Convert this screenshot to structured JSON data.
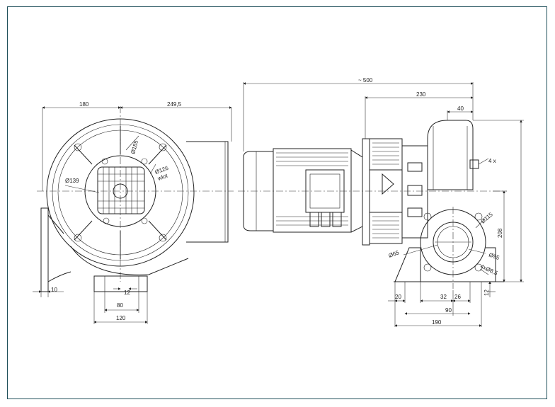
{
  "dimensions": {
    "d180": "180",
    "d249_5": "249,5",
    "d500": "~ 500",
    "d230": "230",
    "d40": "40",
    "d4x": "4 x",
    "d208": "208",
    "d12r": "12",
    "d10": "10",
    "d12": "12",
    "d80": "80",
    "d120": "120",
    "d20": "20",
    "d32": "32",
    "d26": "26",
    "d90": "90",
    "d190": "190",
    "o139": "Ø139",
    "o185": "Ø185",
    "o126": "Ø126",
    "wlot": "wlot",
    "o115": "Ø115",
    "o65": "Ø65",
    "o95": "Ø95",
    "o8_5": "4xØ8,5"
  }
}
